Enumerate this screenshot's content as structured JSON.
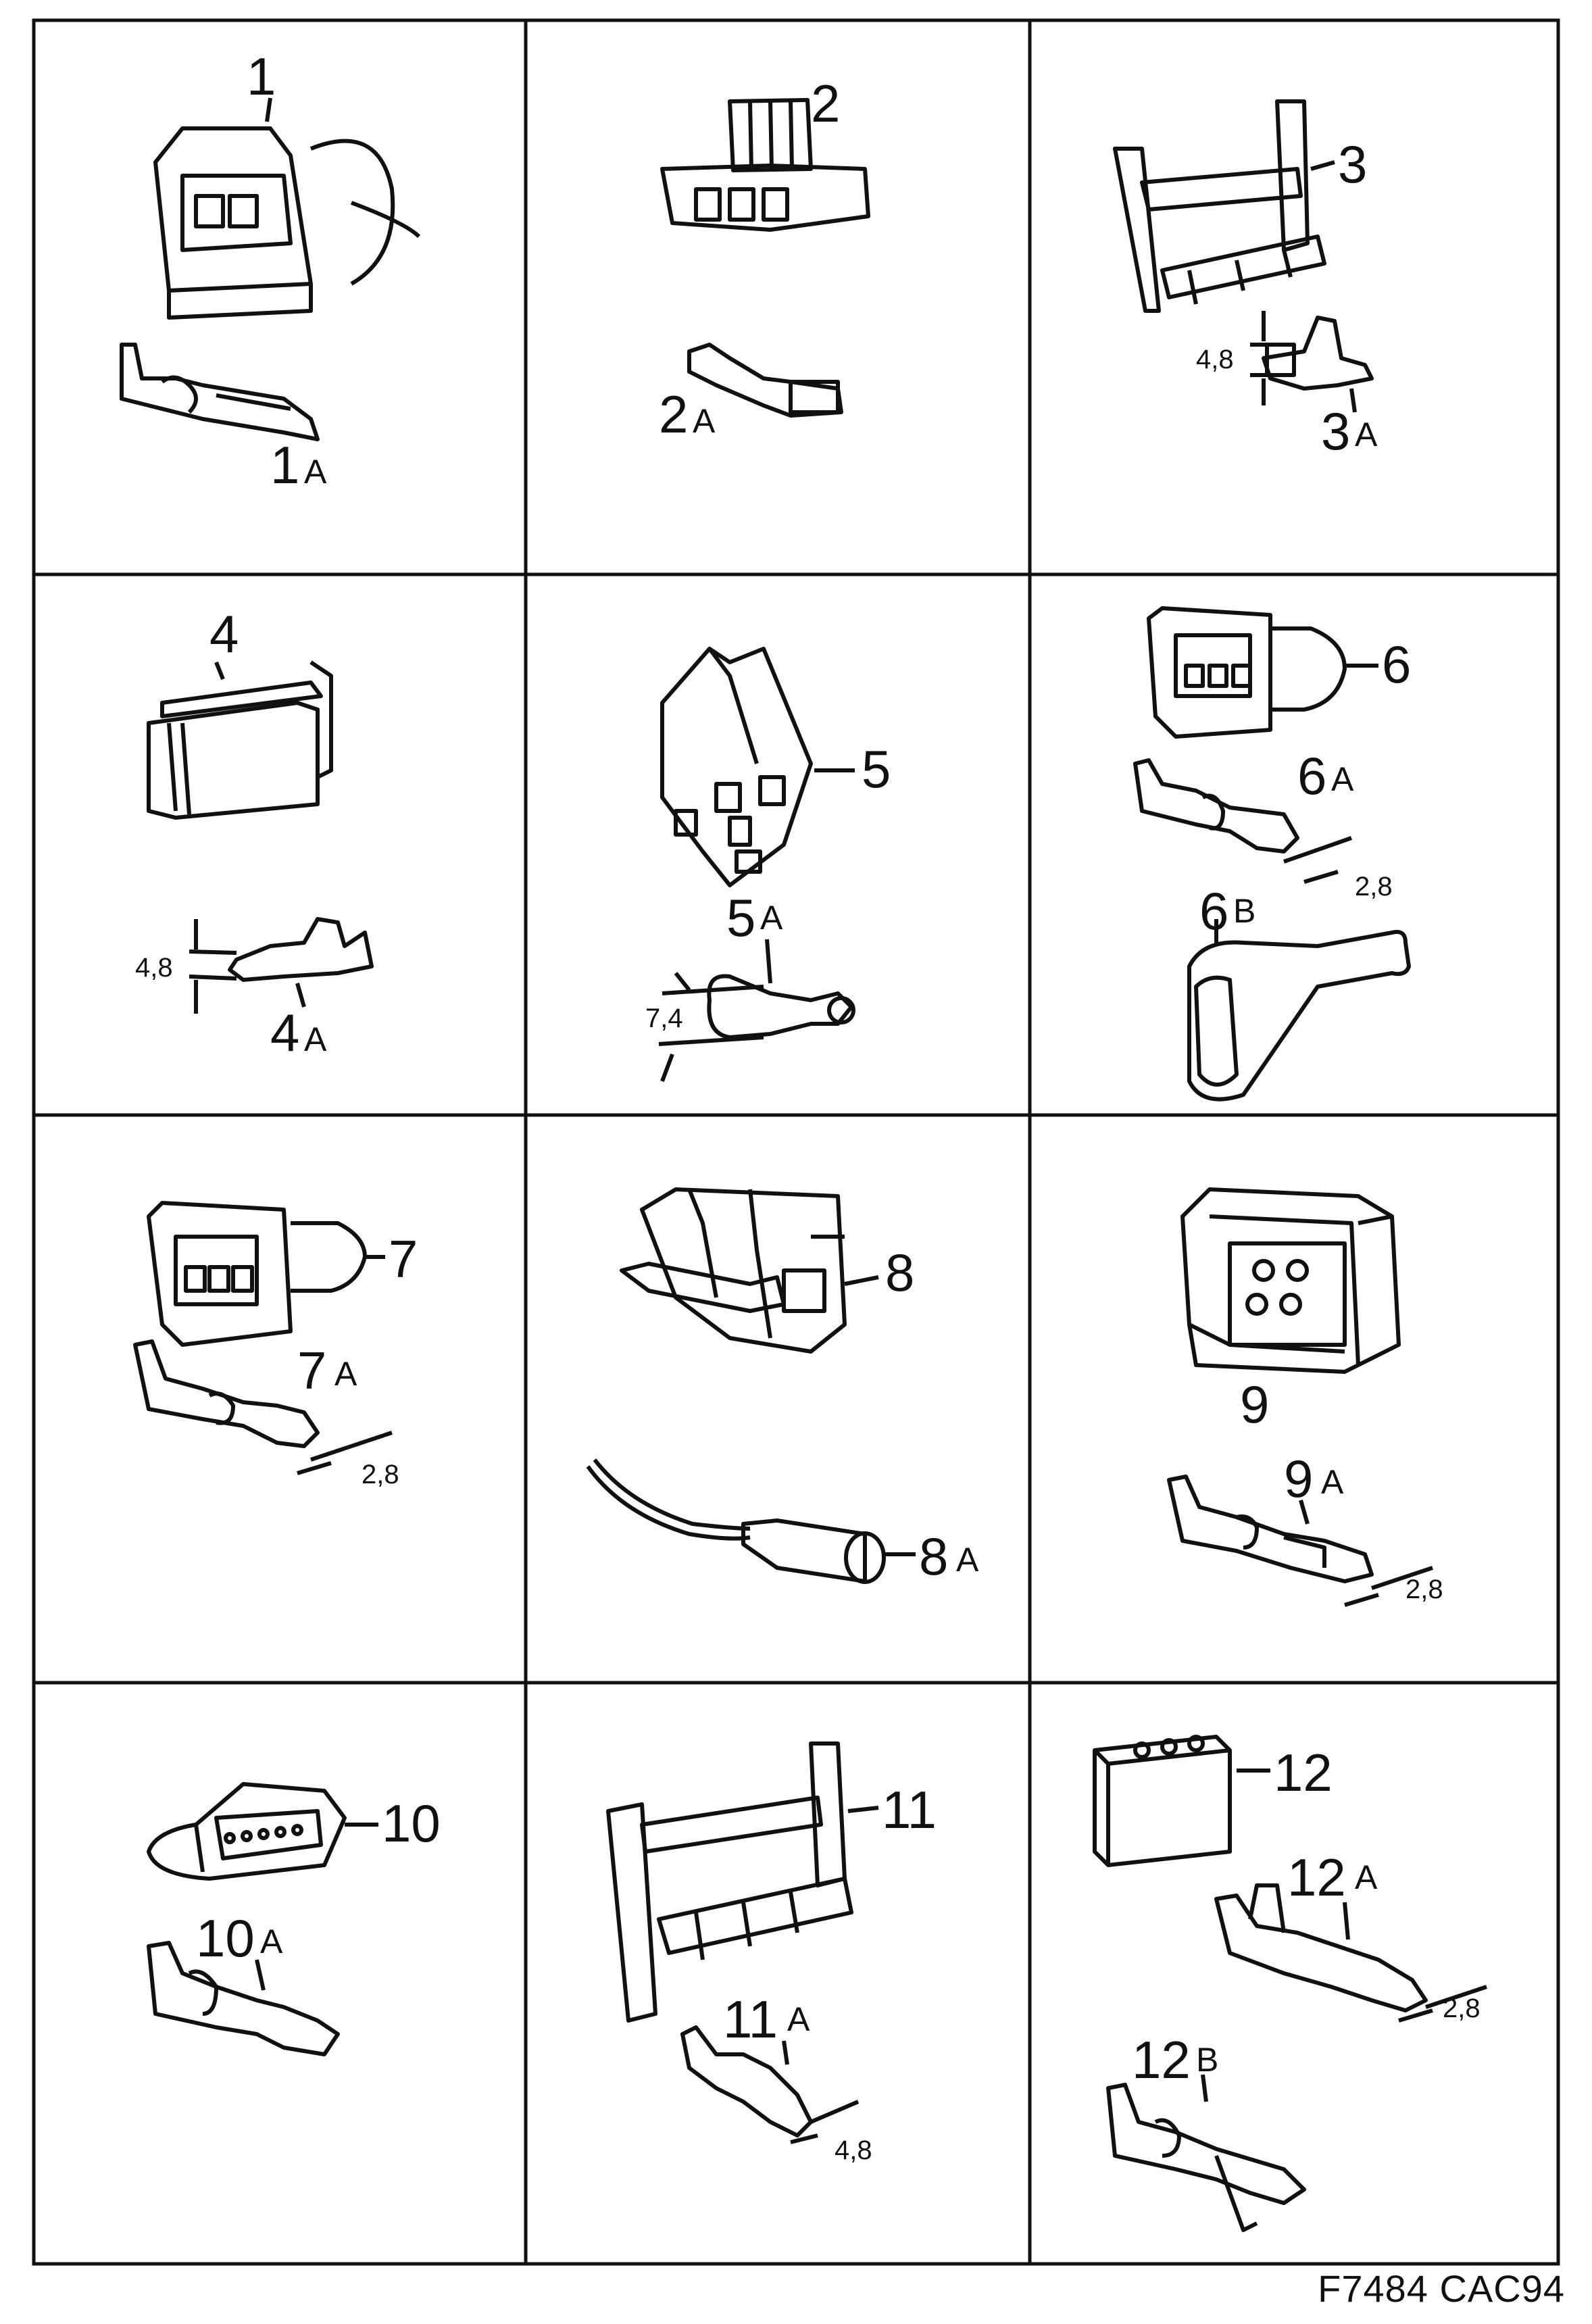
{
  "figure_code": "F7484 CAC94",
  "parts": [
    {
      "id": "1",
      "terminals": [
        {
          "num": "1",
          "suffix": "A"
        }
      ],
      "dims": []
    },
    {
      "id": "2",
      "terminals": [
        {
          "num": "2",
          "suffix": "A"
        }
      ],
      "dims": []
    },
    {
      "id": "3",
      "terminals": [
        {
          "num": "3",
          "suffix": "A"
        }
      ],
      "dims": [
        "4,8"
      ]
    },
    {
      "id": "4",
      "terminals": [
        {
          "num": "4",
          "suffix": "A"
        }
      ],
      "dims": [
        "4,8"
      ]
    },
    {
      "id": "5",
      "terminals": [
        {
          "num": "5",
          "suffix": "A"
        }
      ],
      "dims": [
        "7,4"
      ]
    },
    {
      "id": "6",
      "terminals": [
        {
          "num": "6",
          "suffix": "A"
        },
        {
          "num": "6",
          "suffix": "B"
        }
      ],
      "dims": [
        "2,8"
      ]
    },
    {
      "id": "7",
      "terminals": [
        {
          "num": "7",
          "suffix": "A"
        }
      ],
      "dims": [
        "2,8"
      ]
    },
    {
      "id": "8",
      "terminals": [
        {
          "num": "8",
          "suffix": "A"
        }
      ],
      "dims": []
    },
    {
      "id": "9",
      "terminals": [
        {
          "num": "9",
          "suffix": "A"
        }
      ],
      "dims": [
        "2,8"
      ]
    },
    {
      "id": "10",
      "terminals": [
        {
          "num": "10",
          "suffix": "A"
        }
      ],
      "dims": []
    },
    {
      "id": "11",
      "terminals": [
        {
          "num": "11",
          "suffix": "A"
        }
      ],
      "dims": [
        "4,8"
      ]
    },
    {
      "id": "12",
      "terminals": [
        {
          "num": "12",
          "suffix": "A"
        },
        {
          "num": "12",
          "suffix": "B"
        }
      ],
      "dims": [
        "2,8"
      ]
    }
  ]
}
